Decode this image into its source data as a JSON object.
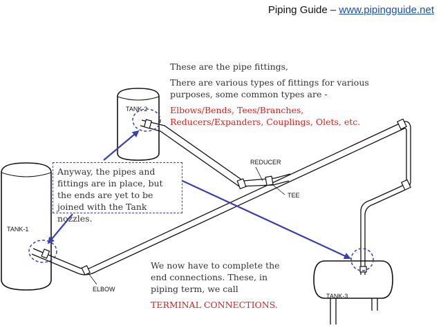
{
  "header": {
    "prefix": "Piping Guide – ",
    "link_text": "www.pipingguide.net"
  },
  "labels": {
    "tank1": "TANK-1",
    "tank2": "TANK-2",
    "tank3": "TANK-3",
    "reducer": "REDUCER",
    "tee": "TEE",
    "elbow": "ELBOW"
  },
  "fittings_text": {
    "line1": "These are the pipe fittings,",
    "line2": "There are various types of fittings for various purposes, some common types are -",
    "line3": "Elbows/Bends, Tees/Branches, Reducers/Expanders, Couplings, Olets, etc."
  },
  "box_text": "Anyway, the pipes and fittings are in place, but the ends are yet to be joined with the Tank nozzles.",
  "bottom_text": {
    "line1": "We now have to complete the end connections. These, in piping term, we call",
    "line2": "TERMINAL CONNECTIONS."
  },
  "colors": {
    "red": "#e0201c",
    "arrow": "#3b3fb0",
    "link": "#1a4fc4"
  }
}
